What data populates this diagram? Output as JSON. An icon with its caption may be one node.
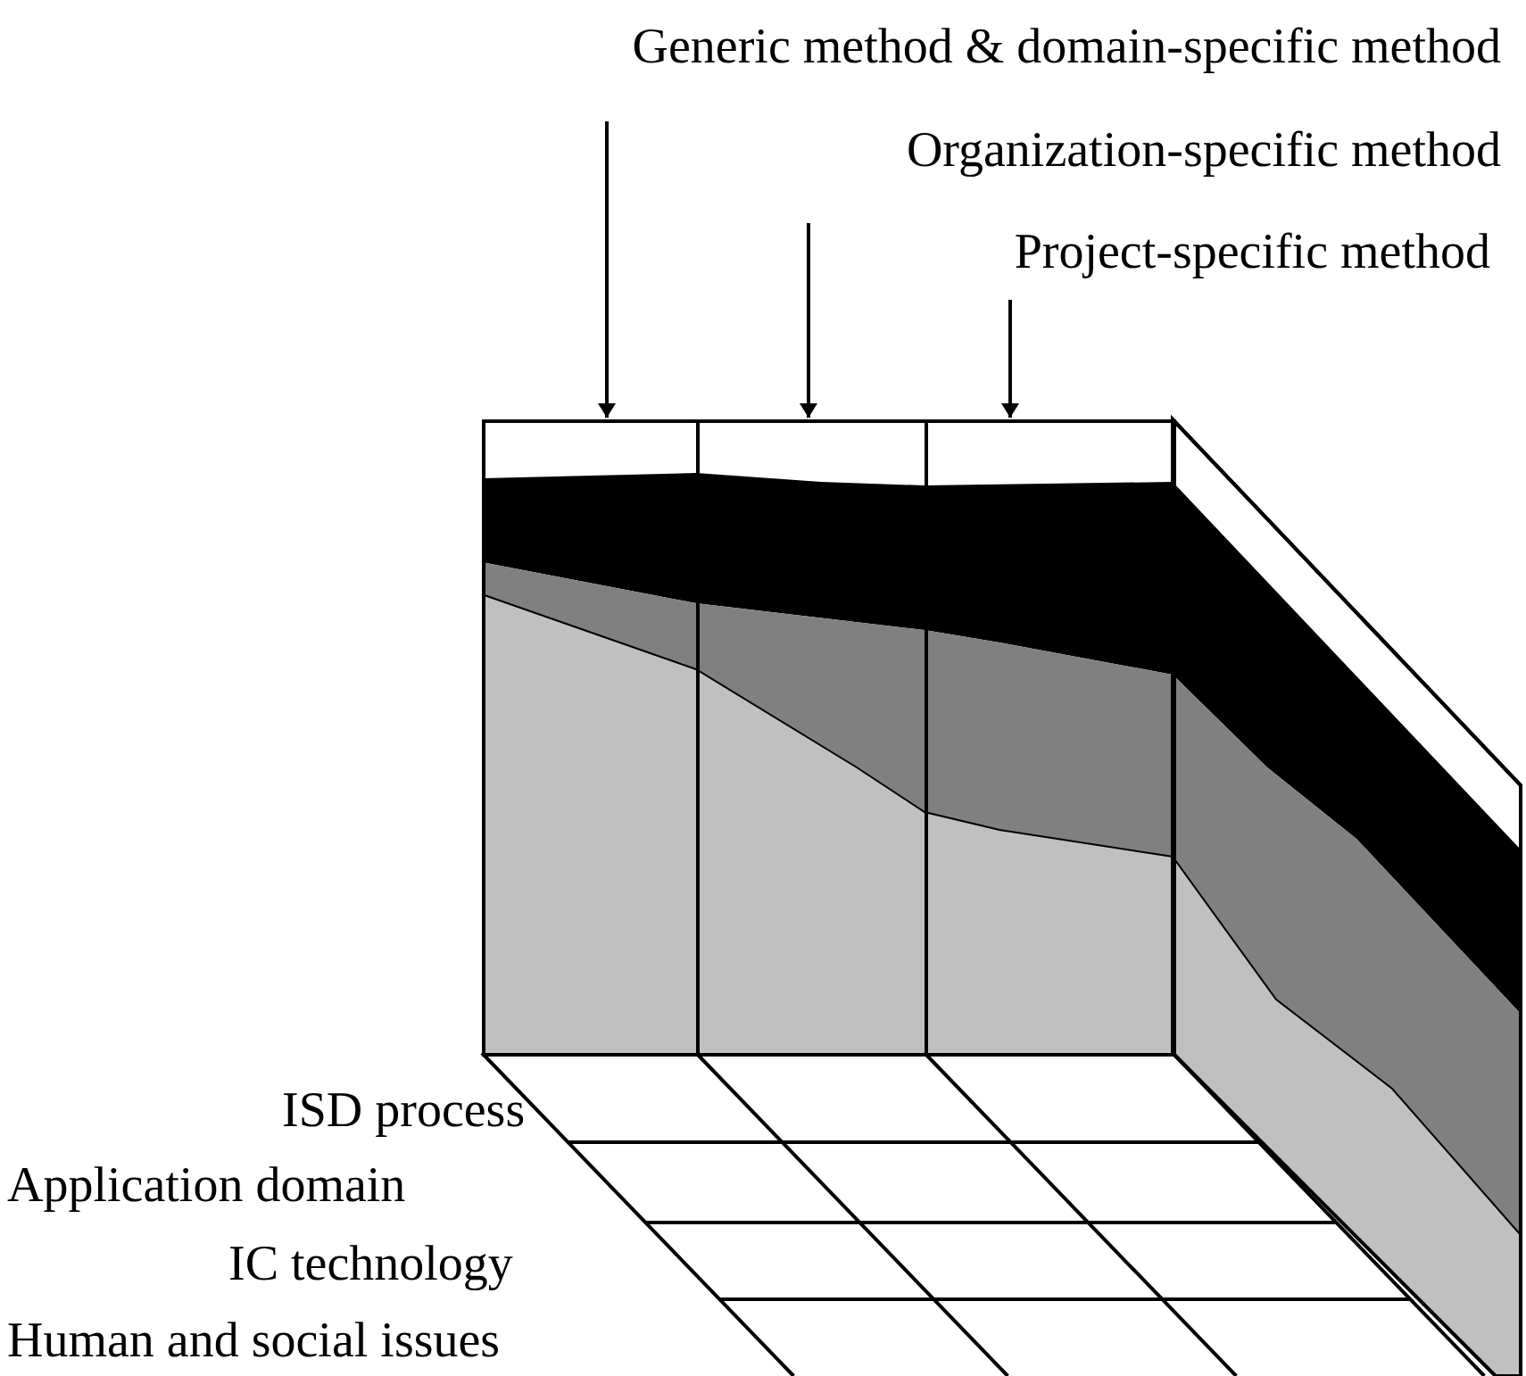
{
  "diagram": {
    "nodes": [
      {
        "text": [
          "Generic method & domain-specific method"
        ]
      },
      {
        "text": [
          "Organization-specific method"
        ]
      },
      {
        "text": [
          "Project-specific method"
        ]
      },
      {
        "text": [],
        "shape": "box"
      },
      {
        "text": [],
        "shape": "box"
      },
      {
        "text": [],
        "shape": "box"
      }
    ],
    "edges": [
      {
        "from": 0,
        "to": 3,
        "arrow": "to"
      },
      {
        "from": 1,
        "to": 4,
        "arrow": "to"
      },
      {
        "from": 2,
        "to": 5,
        "arrow": "to"
      }
    ],
    "labels": [
      "ISD process",
      "Application domain",
      "IC technology",
      "Human and social issues"
    ]
  }
}
